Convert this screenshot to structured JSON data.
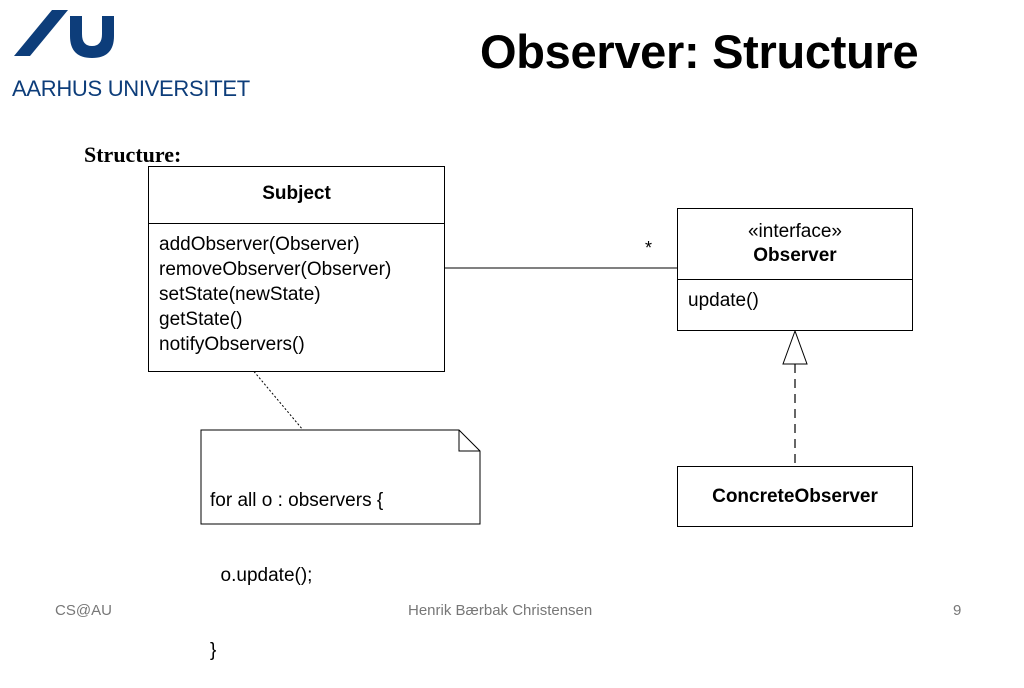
{
  "header": {
    "logo_text": "AARHUS UNIVERSITET",
    "brand_color": "#0d3d7a",
    "title": "Observer: Structure"
  },
  "section_label": "Structure:",
  "diagram": {
    "subject": {
      "name": "Subject",
      "operations": [
        "addObserver(Observer)",
        "removeObserver(Observer)",
        "setState(newState)",
        "getState()",
        "notifyObservers()"
      ]
    },
    "observer": {
      "stereotype": "«interface»",
      "name": "Observer",
      "operations": [
        "update()"
      ]
    },
    "concrete_observer": {
      "name": "ConcreteObserver"
    },
    "association_multiplicity": "*",
    "note": [
      "for all o : observers {",
      "  o.update();",
      "}"
    ]
  },
  "footer": {
    "left": "CS@AU",
    "center": "Henrik Bærbak Christensen",
    "page_number": "9"
  }
}
